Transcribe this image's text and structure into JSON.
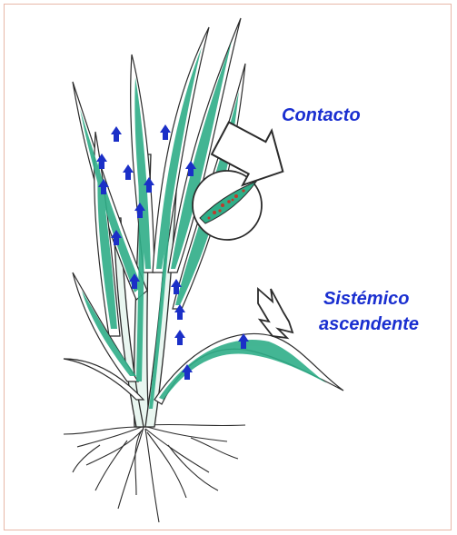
{
  "labels": {
    "contact": "Contacto",
    "systemic_line1": "Sistémico",
    "systemic_line2": "ascendente"
  },
  "colors": {
    "label_text": "#1a2fd0",
    "leaf_fill": "#2fae88",
    "outline": "#2b2b2b",
    "arrow_blue": "#1b2fc7",
    "spot_red": "#c0392b",
    "frame": "#e8b7a8"
  },
  "icons": {
    "contact_arrow": "outlined-block-arrow-icon",
    "systemic_arrow": "zigzag-arrow-icon",
    "magnifier": "magnifying-circle-icon",
    "translocation_arrows": "upward-arrow-icon"
  }
}
